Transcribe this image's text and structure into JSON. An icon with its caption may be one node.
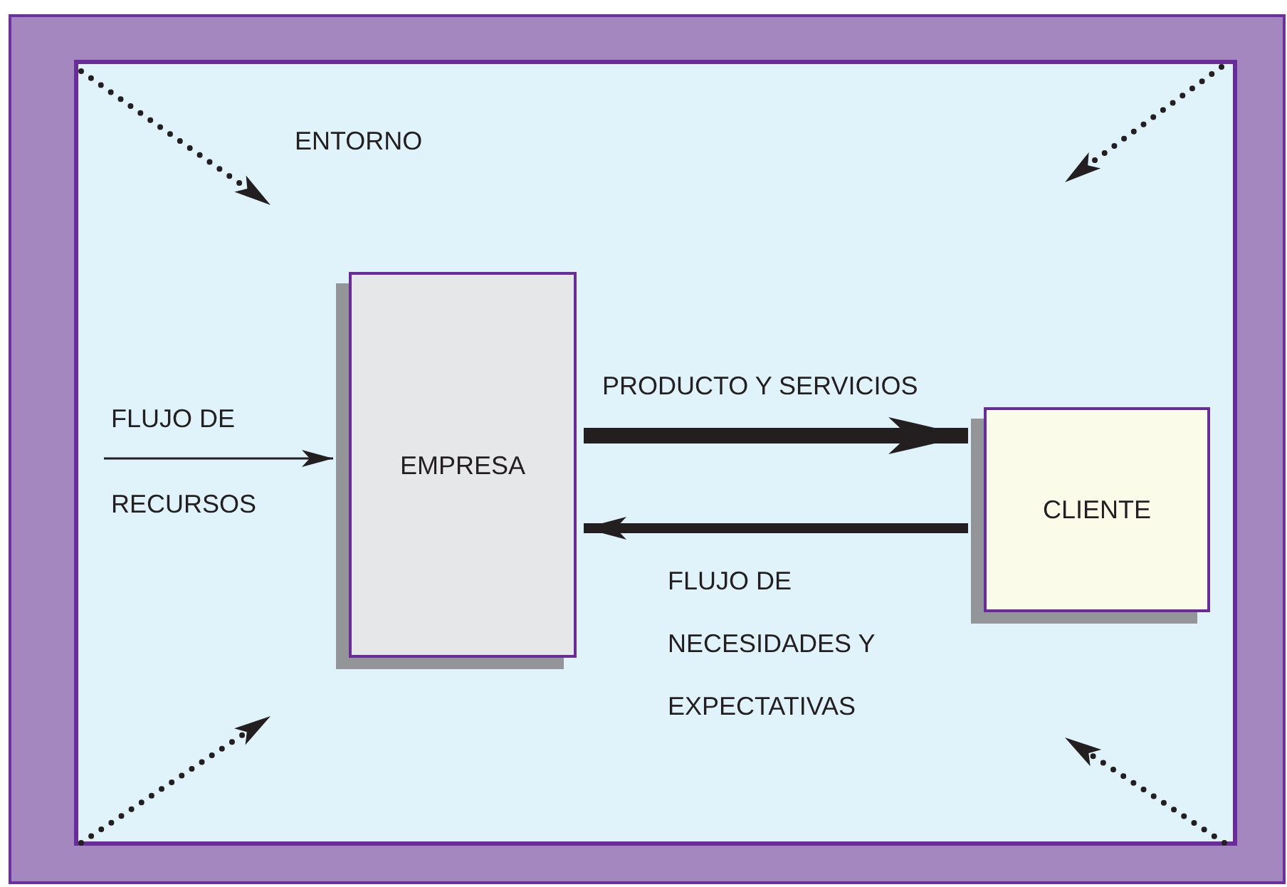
{
  "diagram": {
    "nodes": [
      {
        "text": [
          "ENTORNO"
        ]
      },
      {
        "text": [
          "EMPRESA"
        ],
        "in": 0
      },
      {
        "text": [
          "CLIENTE"
        ],
        "in": 0
      }
    ],
    "edges": [
      {
        "from": 1,
        "to": 2,
        "arrow": "to",
        "label": "PRODUCTO Y SERVICIOS"
      },
      {
        "from": 2,
        "to": 1,
        "arrow": "to",
        "label": "FLUJO DE NECESIDADES Y EXPECTATIVAS"
      },
      {
        "from": null,
        "to": 1,
        "arrow": "to",
        "label": "FLUJO DE RECURSOS"
      }
    ]
  }
}
